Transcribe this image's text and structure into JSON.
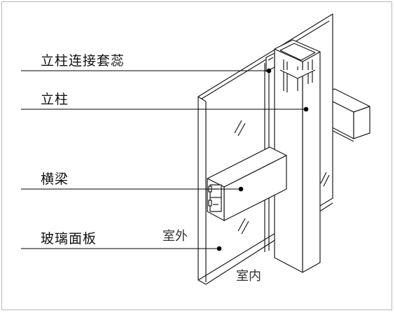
{
  "labels": {
    "mullion_connector": "立柱连接套蕊",
    "mullion": "立柱",
    "transom": "横梁",
    "glass_panel": "玻璃面板"
  },
  "zones": {
    "exterior": "室外",
    "interior": "室内"
  },
  "colors": {
    "line": "#1a1a1a",
    "leader": "#000000",
    "frame": "#b8b8b8"
  }
}
